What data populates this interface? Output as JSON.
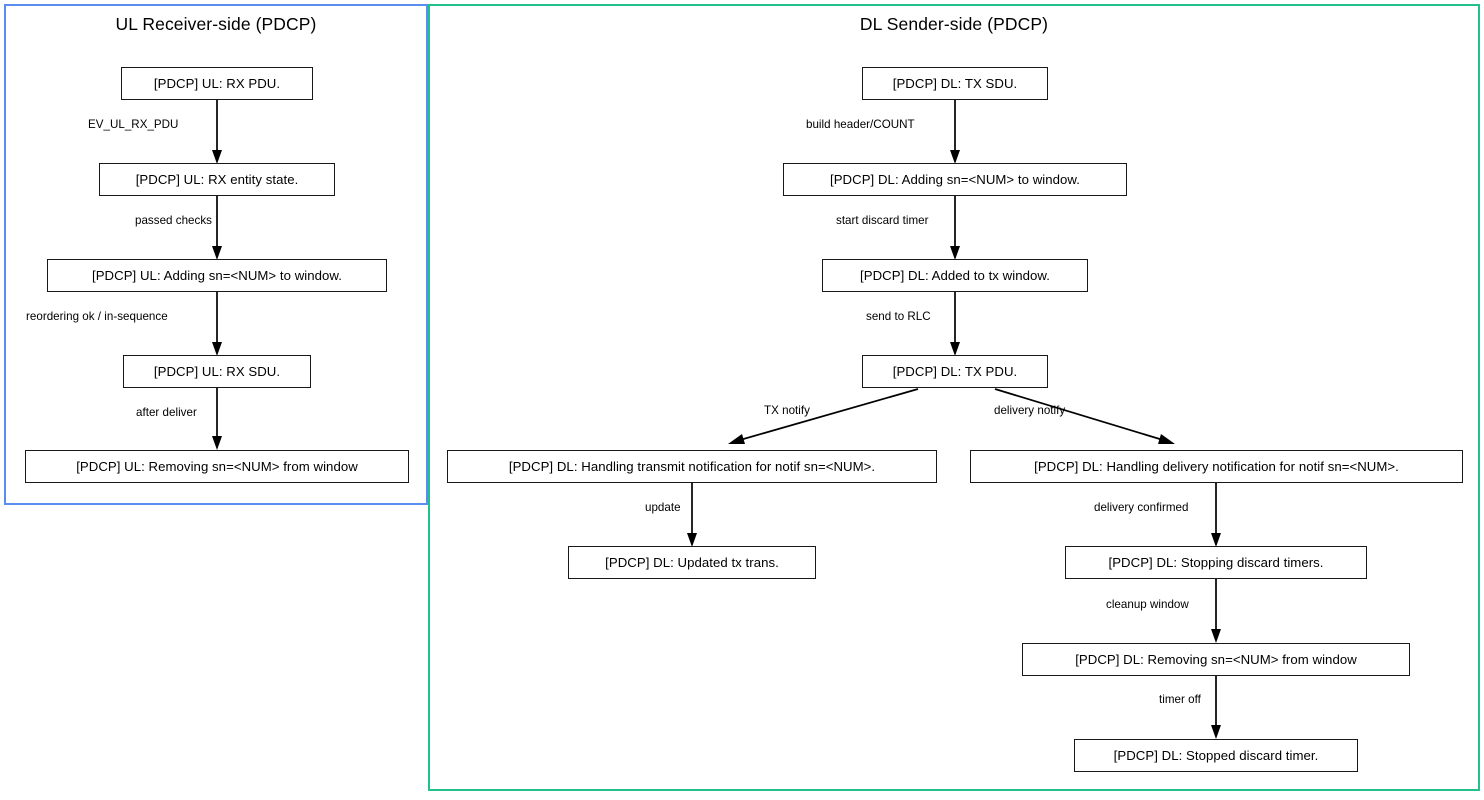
{
  "diagram": {
    "title_left": "UL Receiver-side (PDCP)",
    "title_right": "DL Sender-side (PDCP)",
    "colors": {
      "ul_cluster_border": "#5b8df0",
      "dl_cluster_border": "#22c08a",
      "node_border": "#191919",
      "node_fill": "#ffffff",
      "edge_stroke": "#000000",
      "text": "#000000"
    }
  },
  "ul": {
    "title": "UL Receiver-side (PDCP)",
    "nodes": [
      {
        "id": "ul_rx_pdu",
        "label": "[PDCP] UL: RX PDU."
      },
      {
        "id": "ul_entity",
        "label": "[PDCP] UL: RX entity state."
      },
      {
        "id": "ul_adding",
        "label": "[PDCP] UL: Adding sn=<NUM> to window."
      },
      {
        "id": "ul_rx_sdu",
        "label": "[PDCP] UL: RX SDU."
      },
      {
        "id": "ul_removing",
        "label": "[PDCP] UL: Removing sn=<NUM> from window"
      }
    ],
    "edges": [
      {
        "from": "ul_rx_pdu",
        "to": "ul_entity",
        "label": "EV_UL_RX_PDU"
      },
      {
        "from": "ul_entity",
        "to": "ul_adding",
        "label": "passed checks"
      },
      {
        "from": "ul_adding",
        "to": "ul_rx_sdu",
        "label": "reordering ok / in-sequence"
      },
      {
        "from": "ul_rx_sdu",
        "to": "ul_removing",
        "label": "after deliver"
      }
    ]
  },
  "dl": {
    "title": "DL Sender-side (PDCP)",
    "nodes": [
      {
        "id": "dl_tx_sdu",
        "label": "[PDCP] DL: TX SDU."
      },
      {
        "id": "dl_adding",
        "label": "[PDCP] DL: Adding sn=<NUM> to window."
      },
      {
        "id": "dl_added",
        "label": "[PDCP] DL: Added to tx window."
      },
      {
        "id": "dl_tx_pdu",
        "label": "[PDCP] DL: TX PDU."
      },
      {
        "id": "dl_tx_notif",
        "label": "[PDCP] DL: Handling transmit notification for notif sn=<NUM>."
      },
      {
        "id": "dl_del_notif",
        "label": "[PDCP] DL: Handling delivery notification for notif sn=<NUM>."
      },
      {
        "id": "dl_updated",
        "label": "[PDCP] DL: Updated tx trans."
      },
      {
        "id": "dl_stopping",
        "label": "[PDCP] DL: Stopping discard timers."
      },
      {
        "id": "dl_removing",
        "label": "[PDCP] DL: Removing sn=<NUM> from window"
      },
      {
        "id": "dl_stopped",
        "label": "[PDCP] DL: Stopped discard timer."
      }
    ],
    "edges": [
      {
        "from": "dl_tx_sdu",
        "to": "dl_adding",
        "label": "build header/COUNT"
      },
      {
        "from": "dl_adding",
        "to": "dl_added",
        "label": "start discard timer"
      },
      {
        "from": "dl_added",
        "to": "dl_tx_pdu",
        "label": "send to RLC"
      },
      {
        "from": "dl_tx_pdu",
        "to": "dl_tx_notif",
        "label": "TX notify"
      },
      {
        "from": "dl_tx_pdu",
        "to": "dl_del_notif",
        "label": "delivery notify"
      },
      {
        "from": "dl_tx_notif",
        "to": "dl_updated",
        "label": "update"
      },
      {
        "from": "dl_del_notif",
        "to": "dl_stopping",
        "label": "delivery confirmed"
      },
      {
        "from": "dl_stopping",
        "to": "dl_removing",
        "label": "cleanup window"
      },
      {
        "from": "dl_removing",
        "to": "dl_stopped",
        "label": "timer off"
      }
    ]
  }
}
